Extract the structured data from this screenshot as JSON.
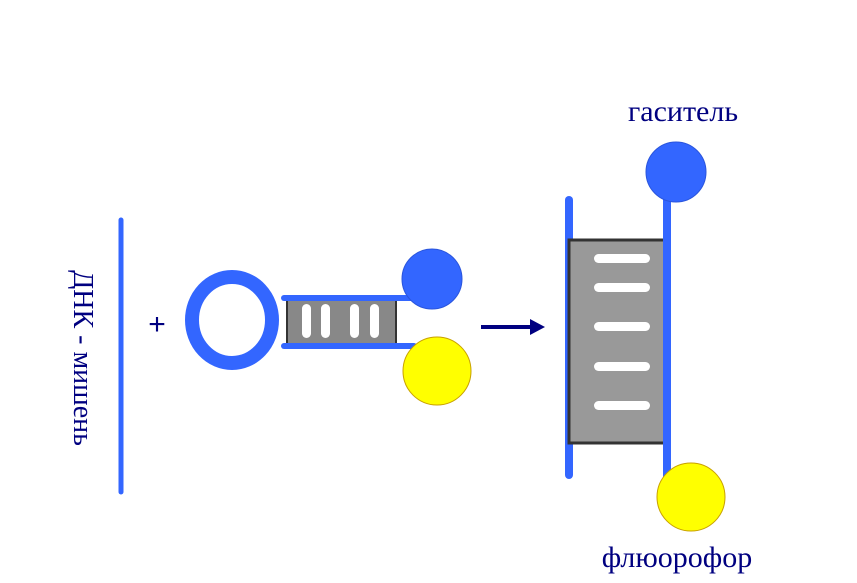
{
  "diagram": {
    "target_label": "ДНК - мишень",
    "plus_sign": "+",
    "quencher_label": "гаситель",
    "fluorophore_label": "флюорофор",
    "colors": {
      "strand": "#3366ff",
      "label_text": "#000080",
      "arrow": "#000080",
      "hybrid_fill": "#999999",
      "hybrid_border": "#333333",
      "fluorophore": "#ffff00",
      "fluorophore_border": "#c8a000",
      "quencher": "#3366ff"
    }
  }
}
